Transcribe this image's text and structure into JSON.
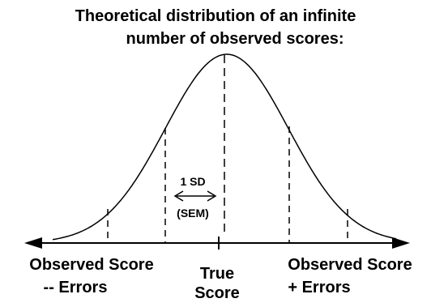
{
  "title": {
    "line1": "Theoretical distribution of an infinite",
    "line2": "number of observed scores:"
  },
  "sd_label": {
    "line1": "1 SD",
    "line2": "(SEM)"
  },
  "labels": {
    "left_line1": "Observed Score",
    "left_line2": "-- Errors",
    "center_line1": "True",
    "center_line2": "Score",
    "right_line1": "Observed Score",
    "right_line2": "+ Errors"
  },
  "colors": {
    "ink": "#000000",
    "background": "#ffffff"
  }
}
